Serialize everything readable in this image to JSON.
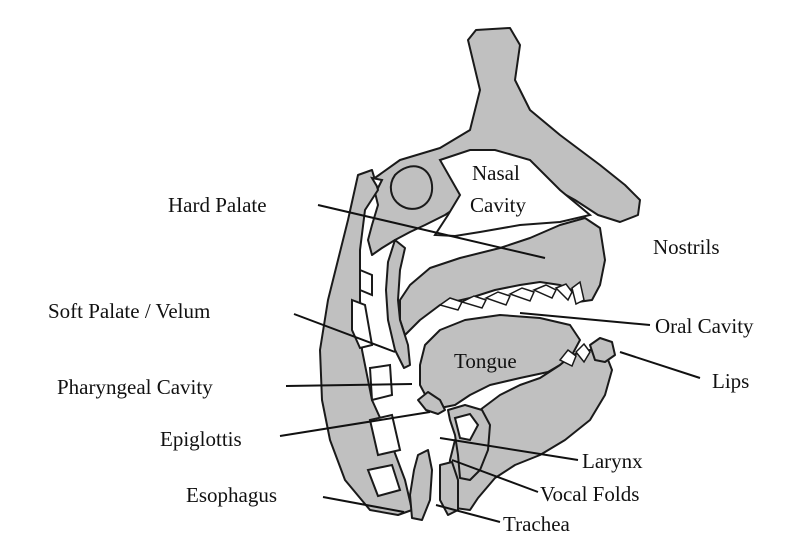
{
  "labels": {
    "nasal": "Nasal",
    "cavity": "Cavity",
    "hard_palate": "Hard Palate",
    "nostrils": "Nostrils",
    "soft_palate": "Soft Palate / Velum",
    "oral_cavity": "Oral Cavity",
    "tongue": "Tongue",
    "lips": "Lips",
    "pharyngeal_cavity": "Pharyngeal Cavity",
    "epiglottis": "Epiglottis",
    "larynx": "Larynx",
    "esophagus": "Esophagus",
    "vocal_folds": "Vocal Folds",
    "trachea": "Trachea"
  },
  "colors": {
    "tissue": "#c0c0c0",
    "outline": "#1a1a1a",
    "background": "#ffffff"
  }
}
